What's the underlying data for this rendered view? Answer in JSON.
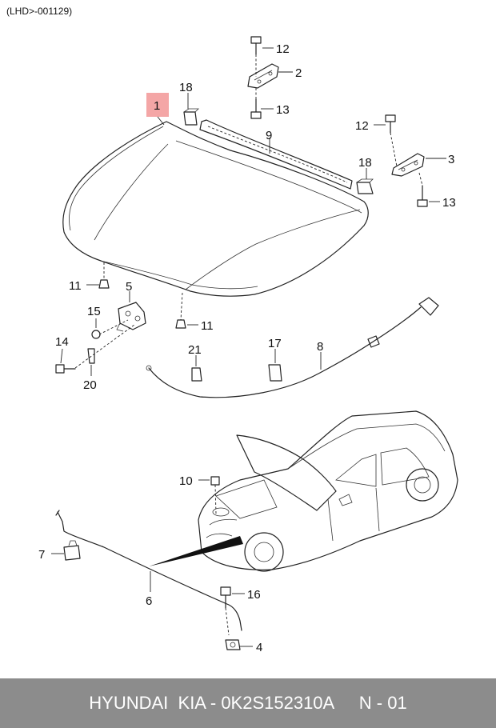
{
  "header": {
    "code": "(LHD>-001129)"
  },
  "callouts": [
    {
      "id": "c1",
      "text": "1"
    },
    {
      "id": "c2",
      "text": "2"
    },
    {
      "id": "c3",
      "text": "3"
    },
    {
      "id": "c4",
      "text": "4"
    },
    {
      "id": "c5",
      "text": "5"
    },
    {
      "id": "c6",
      "text": "6"
    },
    {
      "id": "c7",
      "text": "7"
    },
    {
      "id": "c8",
      "text": "8"
    },
    {
      "id": "c9",
      "text": "9"
    },
    {
      "id": "c10",
      "text": "10"
    },
    {
      "id": "c11a",
      "text": "11"
    },
    {
      "id": "c11b",
      "text": "11"
    },
    {
      "id": "c12a",
      "text": "12"
    },
    {
      "id": "c12b",
      "text": "12"
    },
    {
      "id": "c13a",
      "text": "13"
    },
    {
      "id": "c13b",
      "text": "13"
    },
    {
      "id": "c14",
      "text": "14"
    },
    {
      "id": "c15",
      "text": "15"
    },
    {
      "id": "c16",
      "text": "16"
    },
    {
      "id": "c17",
      "text": "17"
    },
    {
      "id": "c18a",
      "text": "18"
    },
    {
      "id": "c18b",
      "text": "18"
    },
    {
      "id": "c20",
      "text": "20"
    },
    {
      "id": "c21",
      "text": "21"
    }
  ],
  "highlight_color": "#f4a6a6",
  "footer": {
    "brand": "HYUNDAI  KIA - 0K2S152310A",
    "page": "N - 01"
  }
}
